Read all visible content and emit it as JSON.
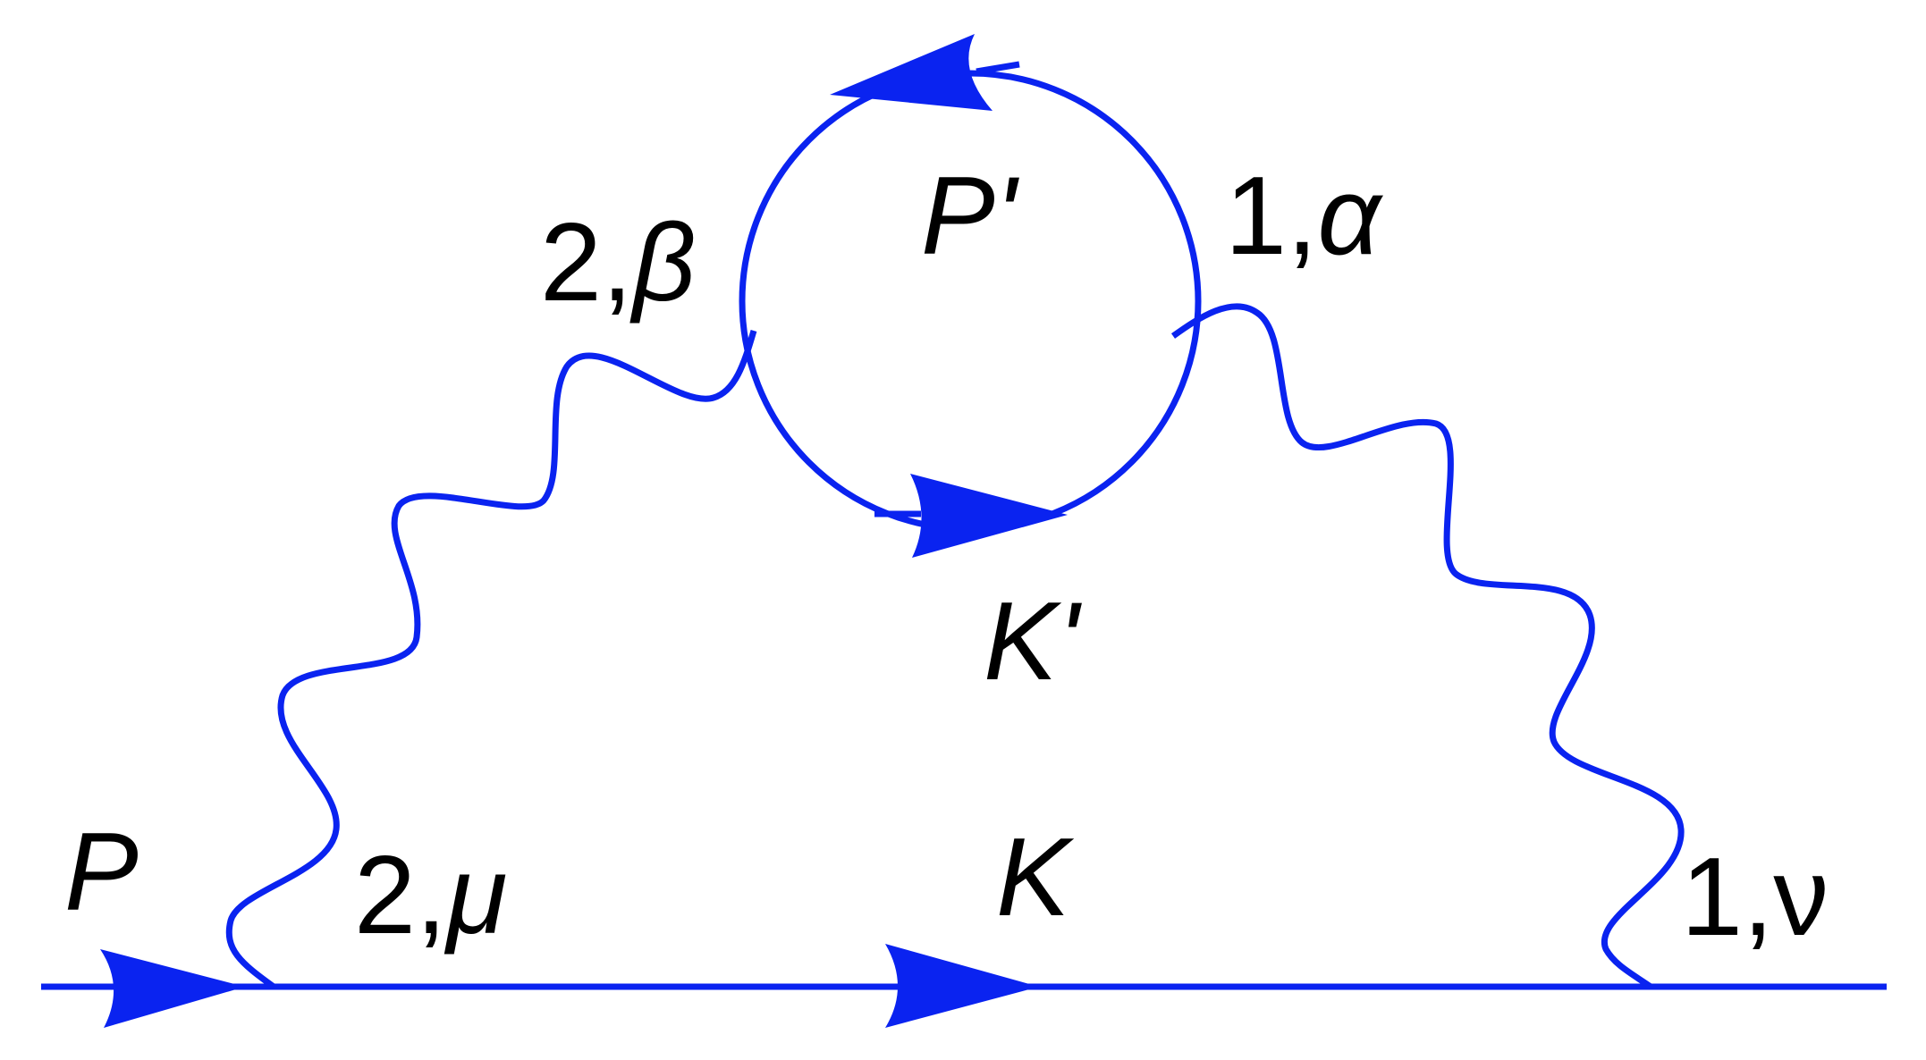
{
  "colors": {
    "propagator": "#0a23f0",
    "text": "#000000",
    "background": "#ffffff"
  },
  "labels": {
    "incoming_momentum": "P",
    "loop_top_momentum": "P'",
    "loop_bottom_momentum": "K'",
    "internal_momentum": "K",
    "vertex_left_bottom": {
      "index": "2,",
      "greek": "μ"
    },
    "vertex_left_top": {
      "index": "2,",
      "greek": "β"
    },
    "vertex_right_top": {
      "index": "1,",
      "greek": "α"
    },
    "vertex_right_bottom": {
      "index": "1,",
      "greek": "ν"
    }
  }
}
